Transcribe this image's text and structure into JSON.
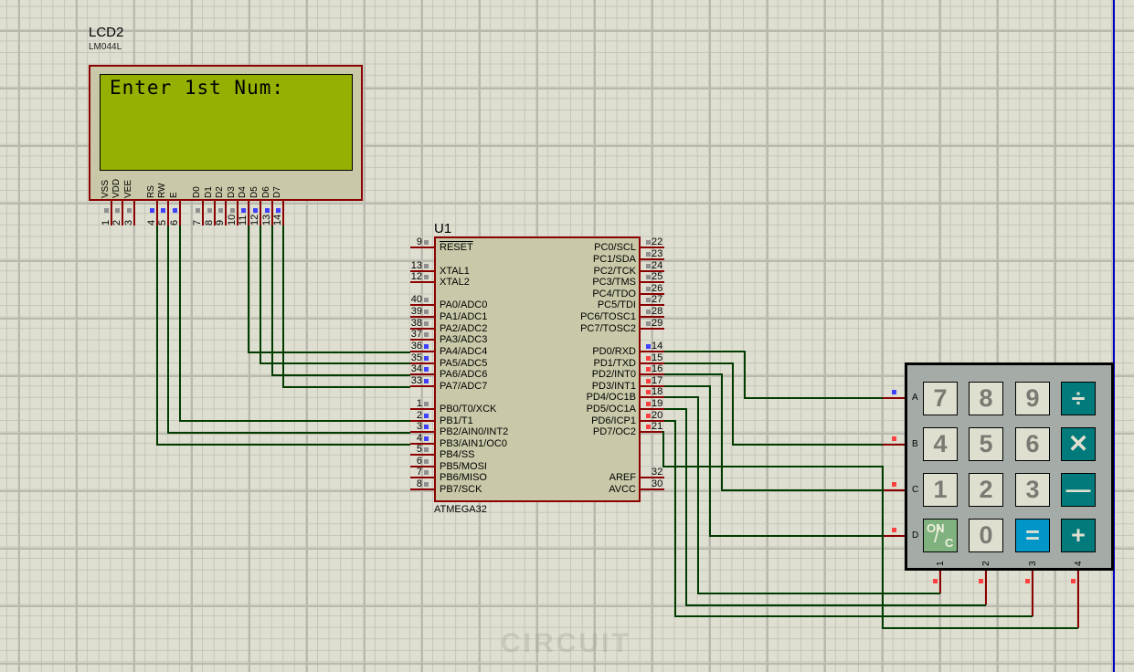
{
  "colors": {
    "wire": "#003c00",
    "pin_stub": "#8b0000",
    "state_high": "#4040ff",
    "state_low": "#ff4040",
    "state_floating": "#909090",
    "edge_marker": "#0000c8"
  },
  "lcd": {
    "ref": "LCD2",
    "value": "LM044L",
    "display_text": "Enter 1st Num:",
    "pins": [
      {
        "num": "1",
        "label": "VSS",
        "state": "floating"
      },
      {
        "num": "2",
        "label": "VDD",
        "state": "floating"
      },
      {
        "num": "3",
        "label": "VEE",
        "state": "floating"
      },
      {
        "num": "4",
        "label": "RS",
        "state": "high"
      },
      {
        "num": "5",
        "label": "RW",
        "state": "high"
      },
      {
        "num": "6",
        "label": "E",
        "state": "high"
      },
      {
        "num": "7",
        "label": "D0",
        "state": "floating"
      },
      {
        "num": "8",
        "label": "D1",
        "state": "floating"
      },
      {
        "num": "9",
        "label": "D2",
        "state": "floating"
      },
      {
        "num": "10",
        "label": "D3",
        "state": "floating"
      },
      {
        "num": "11",
        "label": "D4",
        "state": "high"
      },
      {
        "num": "12",
        "label": "D5",
        "state": "high"
      },
      {
        "num": "13",
        "label": "D6",
        "state": "high"
      },
      {
        "num": "14",
        "label": "D7",
        "state": "high"
      }
    ]
  },
  "mcu": {
    "ref": "U1",
    "value": "ATMEGA32",
    "left_pins": [
      {
        "num": "9",
        "label": "RESET",
        "overline": true,
        "state": "floating"
      },
      {
        "num": "13",
        "label": "XTAL1",
        "state": "floating"
      },
      {
        "num": "12",
        "label": "XTAL2",
        "state": "floating"
      },
      {
        "num": "40",
        "label": "PA0/ADC0",
        "state": "floating"
      },
      {
        "num": "39",
        "label": "PA1/ADC1",
        "state": "floating"
      },
      {
        "num": "38",
        "label": "PA2/ADC2",
        "state": "floating"
      },
      {
        "num": "37",
        "label": "PA3/ADC3",
        "state": "floating"
      },
      {
        "num": "36",
        "label": "PA4/ADC4",
        "state": "high"
      },
      {
        "num": "35",
        "label": "PA5/ADC5",
        "state": "high"
      },
      {
        "num": "34",
        "label": "PA6/ADC6",
        "state": "high"
      },
      {
        "num": "33",
        "label": "PA7/ADC7",
        "state": "high"
      },
      {
        "num": "1",
        "label": "PB0/T0/XCK",
        "state": "floating"
      },
      {
        "num": "2",
        "label": "PB1/T1",
        "state": "high"
      },
      {
        "num": "3",
        "label": "PB2/AIN0/INT2",
        "state": "high"
      },
      {
        "num": "4",
        "label": "PB3/AIN1/OC0",
        "state": "high"
      },
      {
        "num": "5",
        "label": "PB4/SS",
        "state": "floating"
      },
      {
        "num": "6",
        "label": "PB5/MOSI",
        "state": "floating"
      },
      {
        "num": "7",
        "label": "PB6/MISO",
        "state": "floating"
      },
      {
        "num": "8",
        "label": "PB7/SCK",
        "state": "floating"
      }
    ],
    "right_pins": [
      {
        "num": "22",
        "label": "PC0/SCL",
        "state": "floating"
      },
      {
        "num": "23",
        "label": "PC1/SDA",
        "state": "floating"
      },
      {
        "num": "24",
        "label": "PC2/TCK",
        "state": "floating"
      },
      {
        "num": "25",
        "label": "PC3/TMS",
        "state": "floating"
      },
      {
        "num": "26",
        "label": "PC4/TDO",
        "state": "floating"
      },
      {
        "num": "27",
        "label": "PC5/TDI",
        "state": "floating"
      },
      {
        "num": "28",
        "label": "PC6/TOSC1",
        "state": "floating"
      },
      {
        "num": "29",
        "label": "PC7/TOSC2",
        "state": "floating"
      },
      {
        "num": "14",
        "label": "PD0/RXD",
        "state": "high"
      },
      {
        "num": "15",
        "label": "PD1/TXD",
        "state": "low"
      },
      {
        "num": "16",
        "label": "PD2/INT0",
        "state": "low"
      },
      {
        "num": "17",
        "label": "PD3/INT1",
        "state": "low"
      },
      {
        "num": "18",
        "label": "PD4/OC1B",
        "state": "low"
      },
      {
        "num": "19",
        "label": "PD5/OC1A",
        "state": "low"
      },
      {
        "num": "20",
        "label": "PD6/ICP1",
        "state": "low"
      },
      {
        "num": "21",
        "label": "PD7/OC2",
        "state": "low"
      },
      {
        "num": "32",
        "label": "AREF",
        "state": "none"
      },
      {
        "num": "30",
        "label": "AVCC",
        "state": "none"
      }
    ]
  },
  "keypad": {
    "row_labels": [
      "A",
      "B",
      "C",
      "D"
    ],
    "col_labels": [
      "1",
      "2",
      "3",
      "4"
    ],
    "row_states": [
      "high",
      "low",
      "low",
      "low"
    ],
    "col_states": [
      "low",
      "low",
      "low",
      "low"
    ],
    "keys": [
      [
        {
          "label": "7",
          "kind": "num"
        },
        {
          "label": "8",
          "kind": "num"
        },
        {
          "label": "9",
          "kind": "num"
        },
        {
          "label": "÷",
          "kind": "op",
          "icon": "divide-icon"
        }
      ],
      [
        {
          "label": "4",
          "kind": "num"
        },
        {
          "label": "5",
          "kind": "num"
        },
        {
          "label": "6",
          "kind": "num"
        },
        {
          "label": "✕",
          "kind": "op",
          "icon": "multiply-icon"
        }
      ],
      [
        {
          "label": "1",
          "kind": "num"
        },
        {
          "label": "2",
          "kind": "num"
        },
        {
          "label": "3",
          "kind": "num"
        },
        {
          "label": "—",
          "kind": "op",
          "icon": "minus-icon"
        }
      ],
      [
        {
          "label": "ON/C",
          "kind": "onc"
        },
        {
          "label": "0",
          "kind": "num"
        },
        {
          "label": "=",
          "kind": "eq",
          "icon": "equals-icon"
        },
        {
          "label": "+",
          "kind": "op",
          "icon": "plus-icon"
        }
      ]
    ]
  },
  "connections": [
    {
      "from": "LCD2.RS",
      "to": "U1.PB3"
    },
    {
      "from": "LCD2.RW",
      "to": "U1.PB2"
    },
    {
      "from": "LCD2.E",
      "to": "U1.PB1"
    },
    {
      "from": "LCD2.D4",
      "to": "U1.PA4"
    },
    {
      "from": "LCD2.D5",
      "to": "U1.PA5"
    },
    {
      "from": "LCD2.D6",
      "to": "U1.PA6"
    },
    {
      "from": "LCD2.D7",
      "to": "U1.PA7"
    },
    {
      "from": "U1.PD0",
      "to": "KEYPAD.A"
    },
    {
      "from": "U1.PD1",
      "to": "KEYPAD.B"
    },
    {
      "from": "U1.PD2",
      "to": "KEYPAD.C"
    },
    {
      "from": "U1.PD3",
      "to": "KEYPAD.D"
    },
    {
      "from": "U1.PD4",
      "to": "KEYPAD.1"
    },
    {
      "from": "U1.PD5",
      "to": "KEYPAD.2"
    },
    {
      "from": "U1.PD6",
      "to": "KEYPAD.3"
    },
    {
      "from": "U1.PD7",
      "to": "KEYPAD.4"
    }
  ],
  "watermark": "CIRCUIT"
}
